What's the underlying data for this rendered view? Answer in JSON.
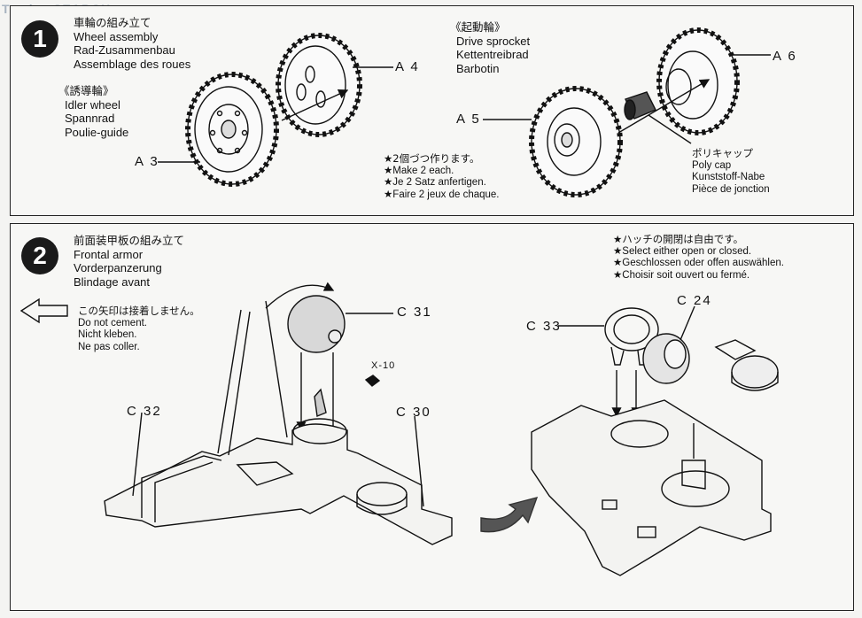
{
  "watermark": "Tamiya SEARCH",
  "step1": {
    "number": "1",
    "title_jp": "車輪の組み立て",
    "title_en": "Wheel assembly",
    "title_de": "Rad-Zusammenbau",
    "title_fr": "Assemblage des roues",
    "idler": {
      "heading_jp": "《誘導輪》",
      "en": "Idler wheel",
      "de": "Spannrad",
      "fr": "Poulie-guide"
    },
    "drive": {
      "heading_jp": "《起動輪》",
      "en": "Drive sprocket",
      "de": "Kettentreibrad",
      "fr": "Barbotin"
    },
    "note": {
      "jp": "★2個づつ作ります。",
      "en": "★Make 2 each.",
      "de": "★Je 2 Satz anfertigen.",
      "fr": "★Faire 2 jeux de chaque."
    },
    "polycap": {
      "jp": "ポリキャップ",
      "en": "Poly cap",
      "de": "Kunststoff-Nabe",
      "fr": "Pièce de jonction"
    },
    "parts": {
      "a3": "A 3",
      "a4": "A 4",
      "a5": "A 5",
      "a6": "A 6"
    }
  },
  "step2": {
    "number": "2",
    "title_jp": "前面装甲板の組み立て",
    "title_en": "Frontal armor",
    "title_de": "Vorderpanzerung",
    "title_fr": "Blindage avant",
    "arrow_note": {
      "jp": "この矢印は接着しません。",
      "en": "Do not cement.",
      "de": "Nicht kleben.",
      "fr": "Ne pas coller."
    },
    "hatch_note": {
      "jp": "★ハッチの開閉は自由です。",
      "en": "★Select either open or closed.",
      "de": "★Geschlossen oder offen auswählen.",
      "fr": "★Choisir soit ouvert ou fermé."
    },
    "parts": {
      "c31": "C 31",
      "c32": "C 32",
      "c30": "C 30",
      "c33": "C 33",
      "c24": "C 24",
      "x10": "X-10"
    }
  },
  "colors": {
    "ink": "#111111",
    "paper": "#f7f7f5",
    "step_badge": "#1a1a1a"
  }
}
